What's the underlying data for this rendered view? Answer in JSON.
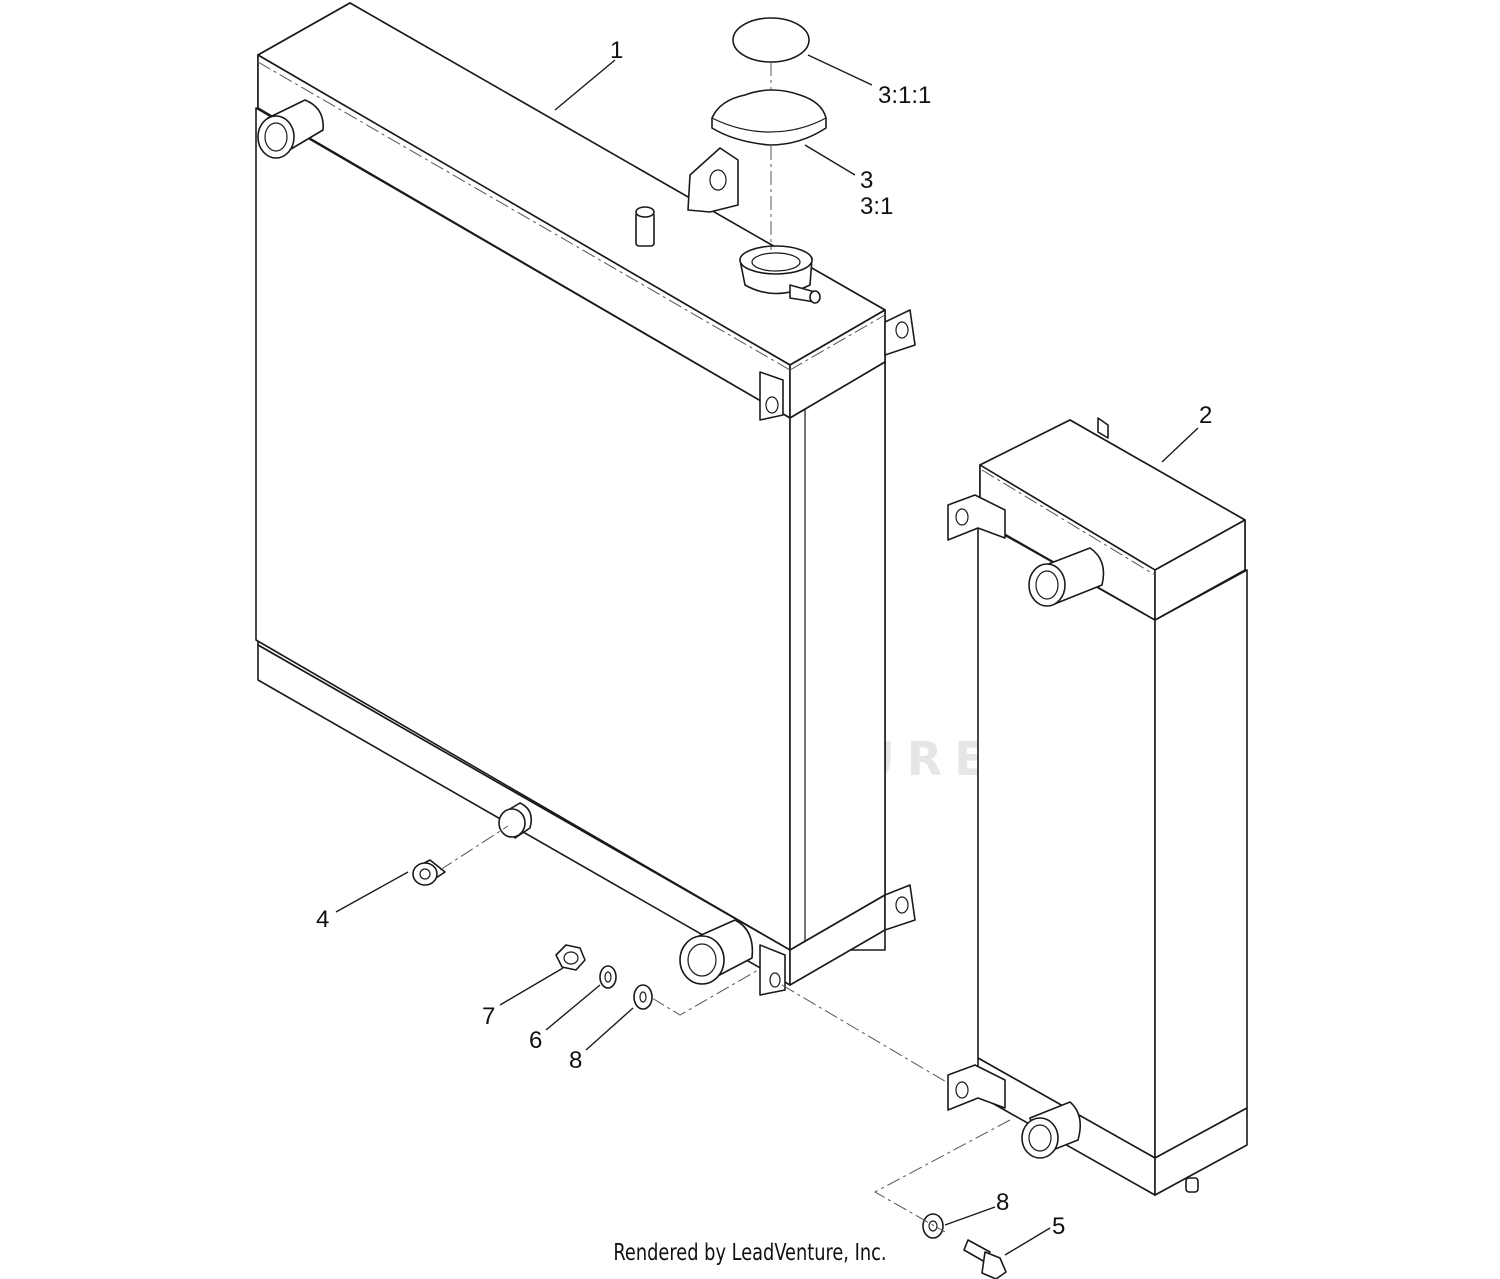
{
  "callouts": {
    "c1": "1",
    "c2": "2",
    "c3": "3",
    "c3_1": "3:1",
    "c3_1_1": "3:1:1",
    "c4": "4",
    "c5": "5",
    "c6": "6",
    "c7": "7",
    "c8a": "8",
    "c8b": "8"
  },
  "watermark": {
    "brand": "LEADVENTURE",
    "logo_icon": "flame-v-logo-icon"
  },
  "credit": "Rendered by LeadVenture, Inc.",
  "colors": {
    "line": "#1a1a1a",
    "watermark": "#e6e6e6",
    "background": "#ffffff"
  }
}
